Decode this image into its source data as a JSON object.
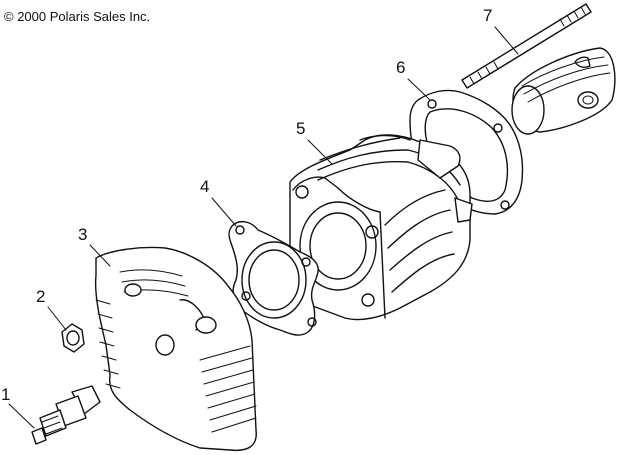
{
  "copyright": "© 2000 Polaris Sales Inc.",
  "callouts": [
    {
      "label": "1",
      "part": "spark-plug"
    },
    {
      "label": "2",
      "part": "nut"
    },
    {
      "label": "3",
      "part": "cylinder-head"
    },
    {
      "label": "4",
      "part": "head-gasket"
    },
    {
      "label": "5",
      "part": "cylinder"
    },
    {
      "label": "6",
      "part": "base-gasket"
    },
    {
      "label": "7",
      "part": "stud"
    }
  ]
}
